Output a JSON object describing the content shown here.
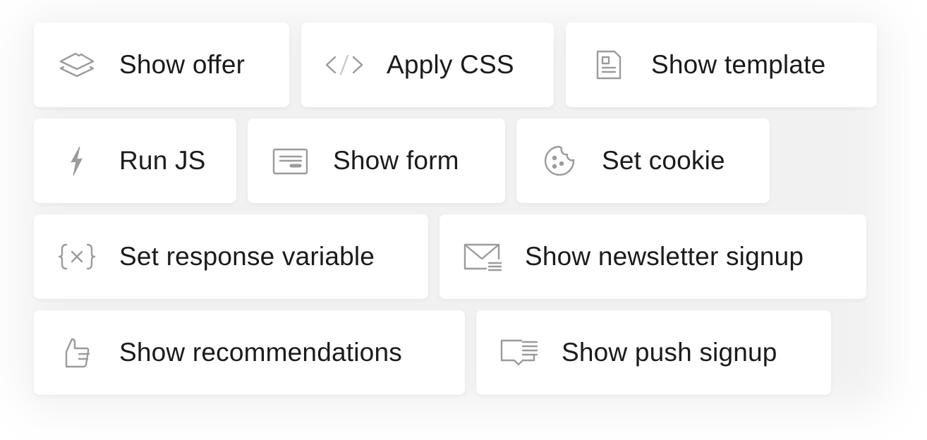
{
  "actions": [
    {
      "label": "Show offer",
      "icon": "layers-icon"
    },
    {
      "label": "Apply CSS",
      "icon": "code-icon"
    },
    {
      "label": "Show template",
      "icon": "document-icon"
    },
    {
      "label": "Run JS",
      "icon": "lightning-icon"
    },
    {
      "label": "Show form",
      "icon": "form-icon"
    },
    {
      "label": "Set cookie",
      "icon": "cookie-icon"
    },
    {
      "label": "Set response variable",
      "icon": "variable-icon"
    },
    {
      "label": "Show newsletter signup",
      "icon": "envelope-icon"
    },
    {
      "label": "Show recommendations",
      "icon": "thumbs-up-icon"
    },
    {
      "label": "Show push signup",
      "icon": "chat-bubble-icon"
    }
  ]
}
